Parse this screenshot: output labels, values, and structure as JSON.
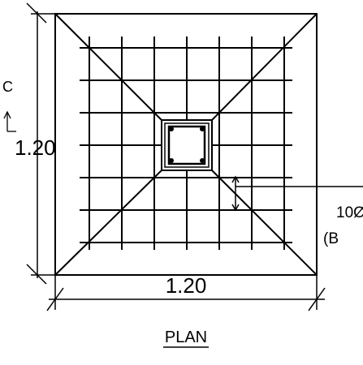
{
  "plan": {
    "title": "PLAN",
    "width_dimension": "1.20",
    "height_dimension": "1.20",
    "section_marker": "C",
    "callout_text": "10",
    "callout_glyph": "Ø",
    "callout_sub": "(B"
  },
  "reinforcement": {
    "bars_each_direction": 7
  }
}
